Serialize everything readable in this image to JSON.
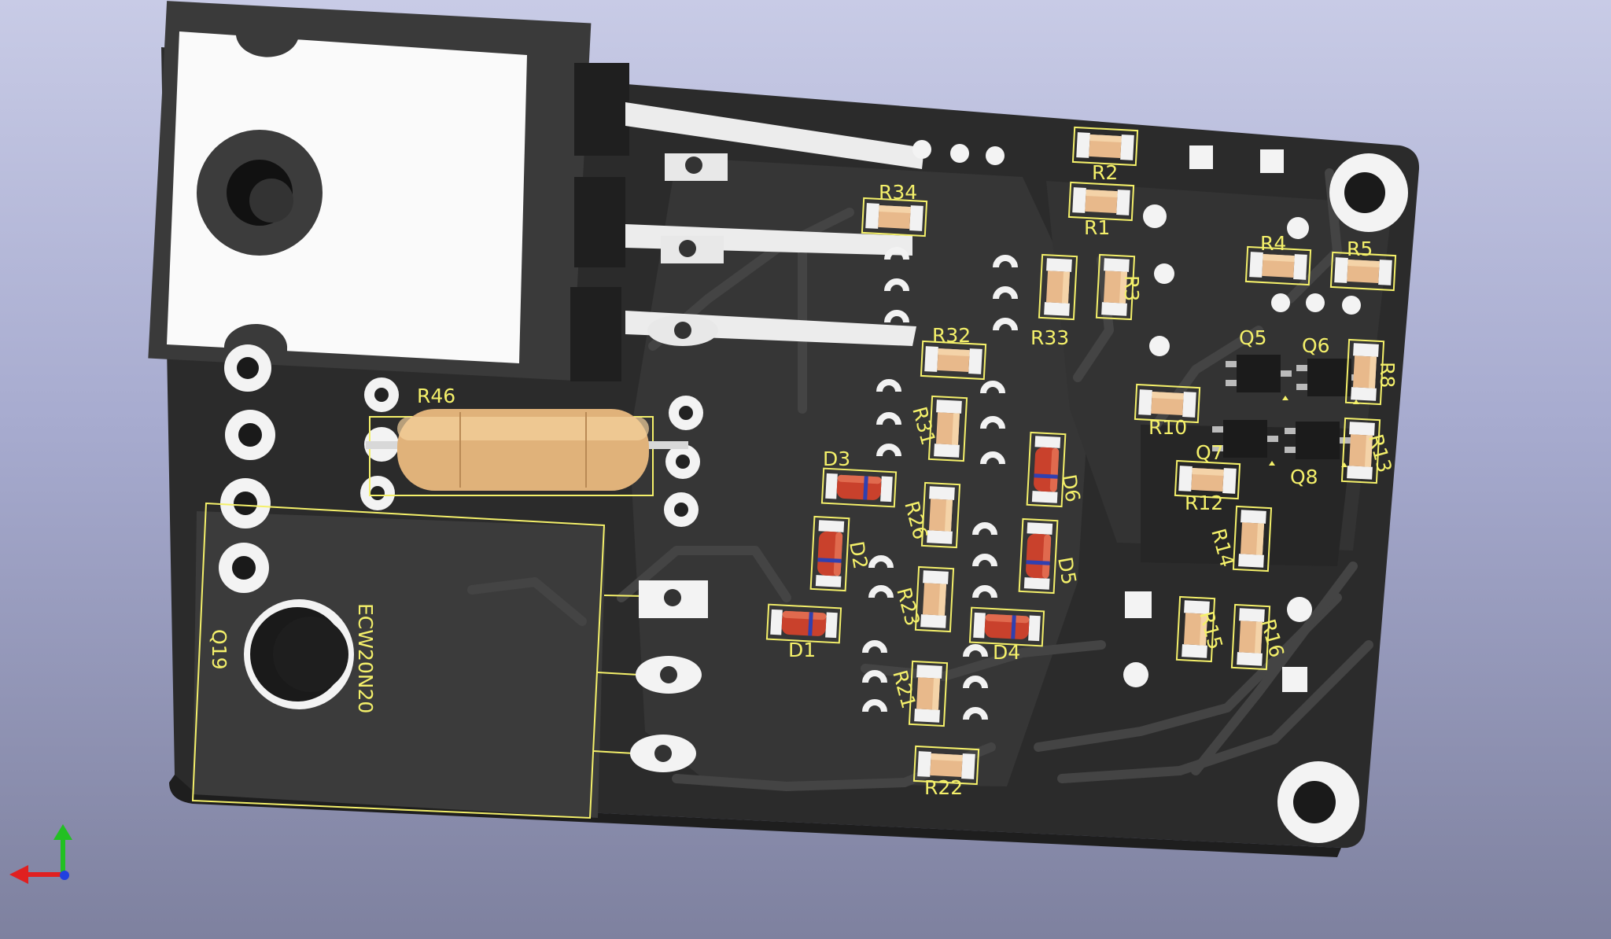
{
  "viewer": {
    "title": "3D Viewer",
    "colors": {
      "background_top": "#c8cbe6",
      "background_bottom": "#7e819f",
      "board": "#2c2c2c",
      "copper": "#3a3a3a",
      "pad": "#f2f2f2",
      "silkscreen": "#f4f06a",
      "resistor_body": "#e8b98b",
      "diode_body": "#c9412c"
    },
    "axes_gizmo": [
      "x-axis-red",
      "y-axis-green",
      "z-axis-blue"
    ]
  },
  "components": [
    {
      "ref": "R34"
    },
    {
      "ref": "R2"
    },
    {
      "ref": "R1"
    },
    {
      "ref": "R4"
    },
    {
      "ref": "R5"
    },
    {
      "ref": "R3"
    },
    {
      "ref": "R33"
    },
    {
      "ref": "R32"
    },
    {
      "ref": "Q5"
    },
    {
      "ref": "Q6"
    },
    {
      "ref": "R8"
    },
    {
      "ref": "R46"
    },
    {
      "ref": "R31"
    },
    {
      "ref": "R10"
    },
    {
      "ref": "D3"
    },
    {
      "ref": "D6"
    },
    {
      "ref": "Q7"
    },
    {
      "ref": "Q8"
    },
    {
      "ref": "R13"
    },
    {
      "ref": "R12"
    },
    {
      "ref": "R26"
    },
    {
      "ref": "R14"
    },
    {
      "ref": "D2"
    },
    {
      "ref": "D5"
    },
    {
      "ref": "R23"
    },
    {
      "ref": "R15"
    },
    {
      "ref": "R16"
    },
    {
      "ref": "D1"
    },
    {
      "ref": "D4"
    },
    {
      "ref": "Q19"
    },
    {
      "ref": "ECW20N20"
    },
    {
      "ref": "R21"
    },
    {
      "ref": "R22"
    }
  ]
}
